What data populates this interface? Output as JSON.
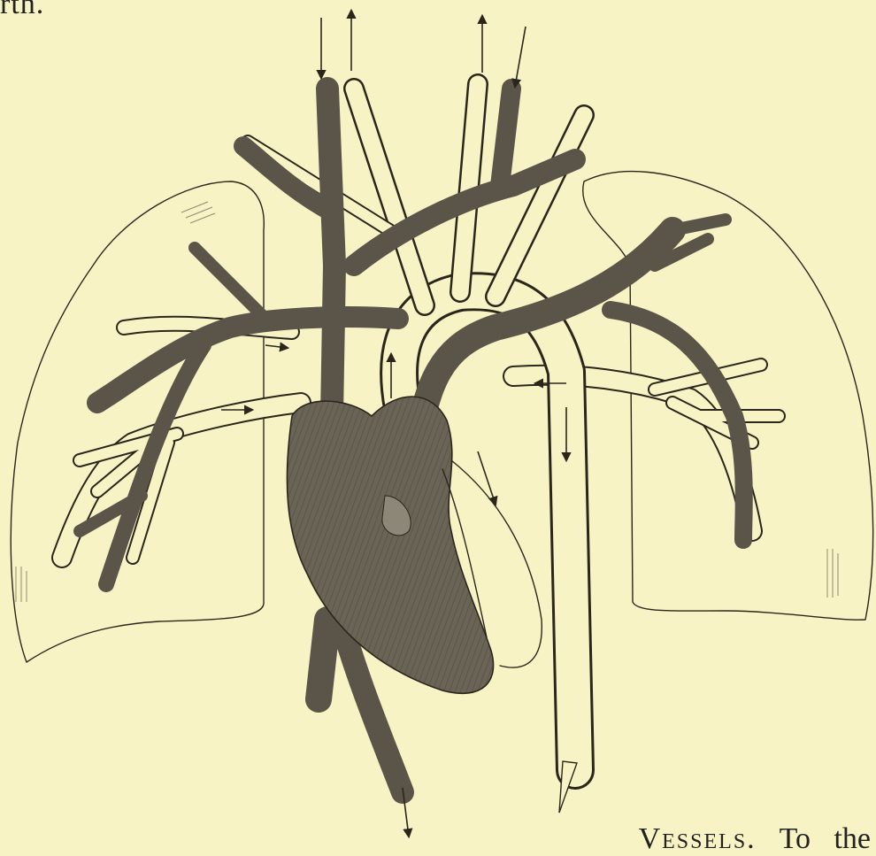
{
  "page": {
    "background": "#f8f3c5",
    "ink": "#2a261c",
    "shade_dark": "#5b5549",
    "shade_mid": "#8d8778"
  },
  "text": {
    "top_fragment": "rth.",
    "bottom_fragment_word": "Vessels.",
    "bottom_fragment_tail": "To the"
  },
  "figure": {
    "subject": "heart-and-lungs-circulation-engraving",
    "icons": [
      "heart-icon",
      "left-lung-icon",
      "right-lung-icon",
      "vena-cava-icon",
      "aorta-icon",
      "pulmonary-artery-icon",
      "pulmonary-vein-icon",
      "flow-arrow-icon"
    ]
  }
}
